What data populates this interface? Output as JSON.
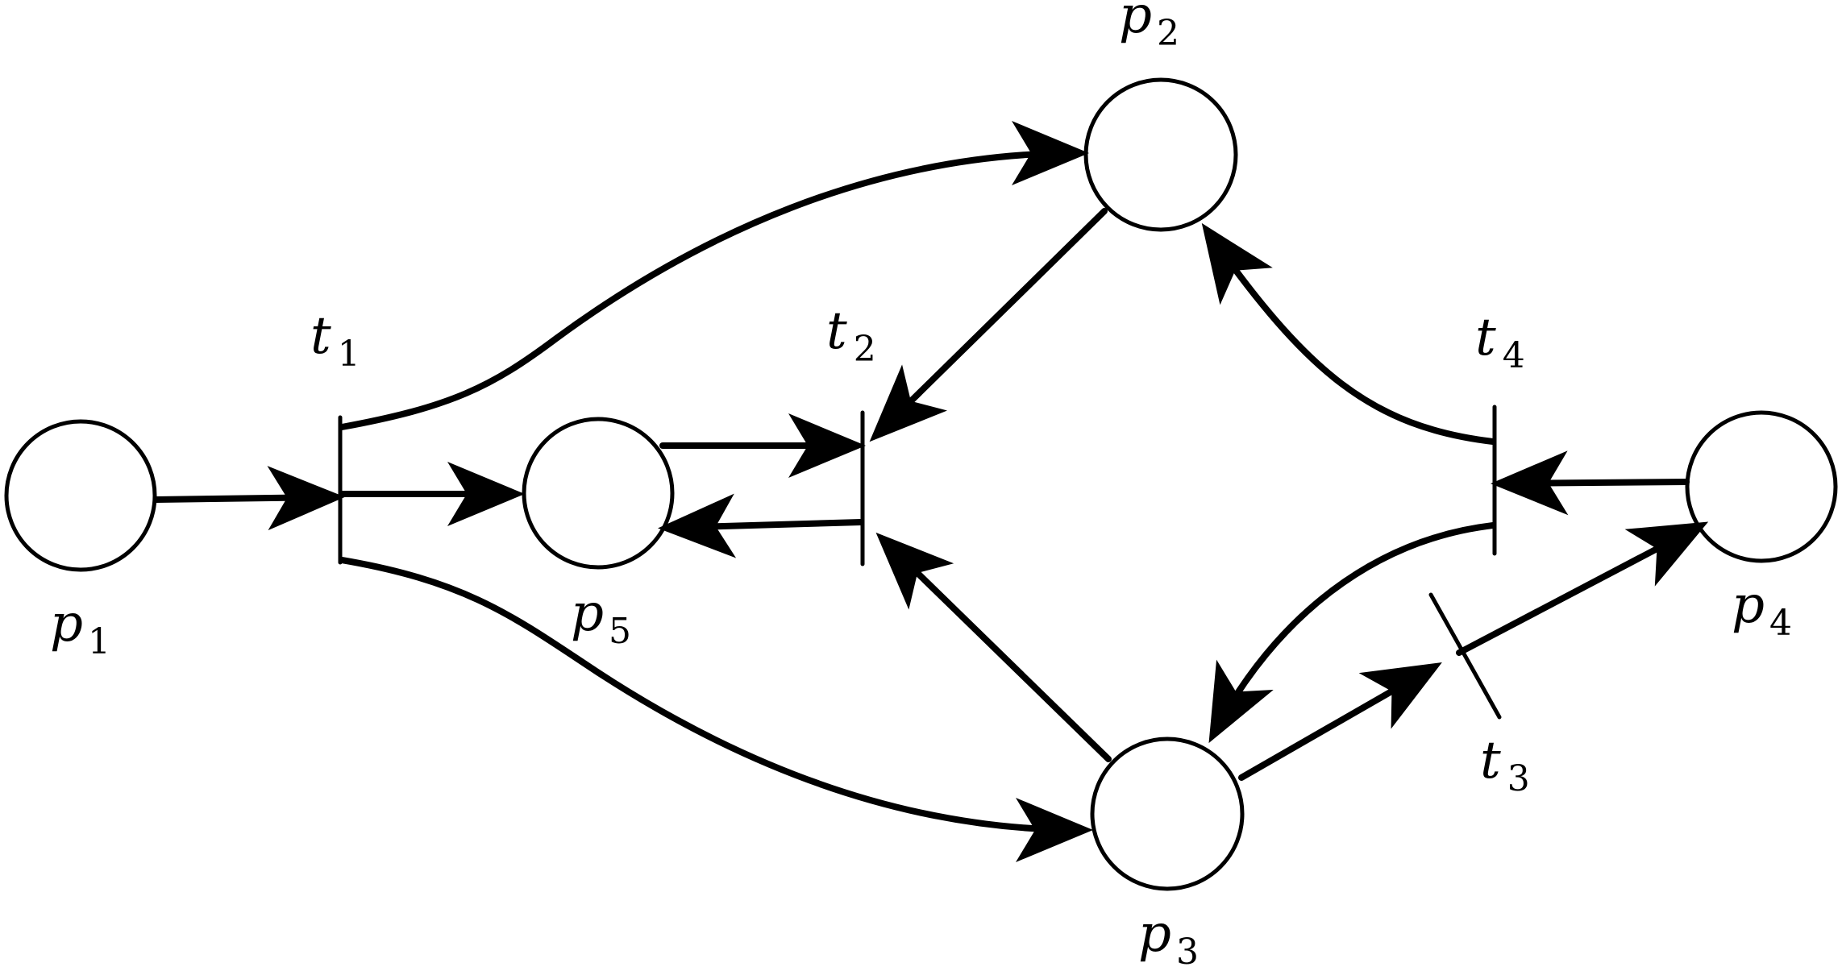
{
  "diagram": {
    "type": "petri-net",
    "places": [
      {
        "id": "p1",
        "letter": "p",
        "sub": "1"
      },
      {
        "id": "p2",
        "letter": "p",
        "sub": "2"
      },
      {
        "id": "p3",
        "letter": "p",
        "sub": "3"
      },
      {
        "id": "p4",
        "letter": "p",
        "sub": "4"
      },
      {
        "id": "p5",
        "letter": "p",
        "sub": "5"
      }
    ],
    "transitions": [
      {
        "id": "t1",
        "letter": "t",
        "sub": "1"
      },
      {
        "id": "t2",
        "letter": "t",
        "sub": "2"
      },
      {
        "id": "t3",
        "letter": "t",
        "sub": "3"
      },
      {
        "id": "t4",
        "letter": "t",
        "sub": "4"
      }
    ],
    "arcs": [
      {
        "from": "p1",
        "to": "t1"
      },
      {
        "from": "t1",
        "to": "p2"
      },
      {
        "from": "t1",
        "to": "p5"
      },
      {
        "from": "t1",
        "to": "p3"
      },
      {
        "from": "p5",
        "to": "t2"
      },
      {
        "from": "t2",
        "to": "p5"
      },
      {
        "from": "p2",
        "to": "t2"
      },
      {
        "from": "p3",
        "to": "t2"
      },
      {
        "from": "p4",
        "to": "t4"
      },
      {
        "from": "t4",
        "to": "p2"
      },
      {
        "from": "t4",
        "to": "p3"
      },
      {
        "from": "p3",
        "to": "t3"
      },
      {
        "from": "t3",
        "to": "p4"
      }
    ],
    "colors": {
      "ink": "#000000",
      "paper": "#ffffff"
    }
  }
}
